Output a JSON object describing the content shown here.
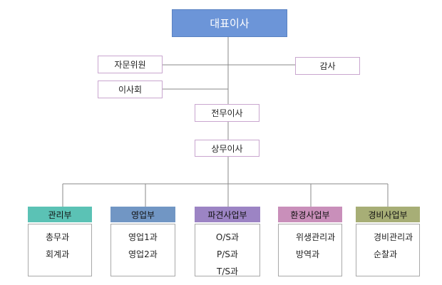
{
  "org": {
    "ceo": "대표이사",
    "advisory": "자문위원",
    "audit": "감사",
    "board": "이사회",
    "executive_director": "전무이사",
    "managing_director": "상무이사",
    "departments": [
      {
        "name": "관리부",
        "color": "#5bc2b5",
        "teams": [
          "총무과",
          "회계과"
        ]
      },
      {
        "name": "영업부",
        "color": "#7196c4",
        "teams": [
          "영업1과",
          "영업2과"
        ]
      },
      {
        "name": "파견사업부",
        "color": "#9c84c4",
        "teams": [
          "O/S과",
          "P/S과",
          "T/S과"
        ]
      },
      {
        "name": "환경사업부",
        "color": "#c98fba",
        "teams": [
          "위생관리과",
          "방역과"
        ]
      },
      {
        "name": "경비사업부",
        "color": "#a7ae76",
        "teams": [
          "경비관리과",
          "순찰과"
        ]
      }
    ]
  }
}
